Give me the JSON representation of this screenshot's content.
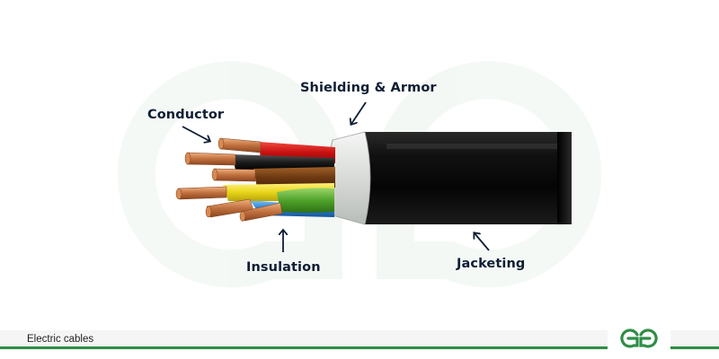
{
  "labels": {
    "conductor": "Conductor",
    "shielding": "Shielding & Armor",
    "insulation": "Insulation",
    "jacketing": "Jacketing"
  },
  "footer": {
    "caption": "Electric cables",
    "logo_icon": "gfg-logo-icon"
  },
  "colors": {
    "accent_green": "#2f8d46",
    "label_text": "#0f1e33",
    "jacket": "#0b0b0b",
    "shield": "#e6e8e6",
    "copper": "#c0703e",
    "wire_red": "#c81010",
    "wire_black": "#1a1a1a",
    "wire_brown": "#6e3a12",
    "wire_yellow": "#e8d61a",
    "wire_green": "#4fa32a",
    "wire_blue": "#2a7fd2"
  }
}
